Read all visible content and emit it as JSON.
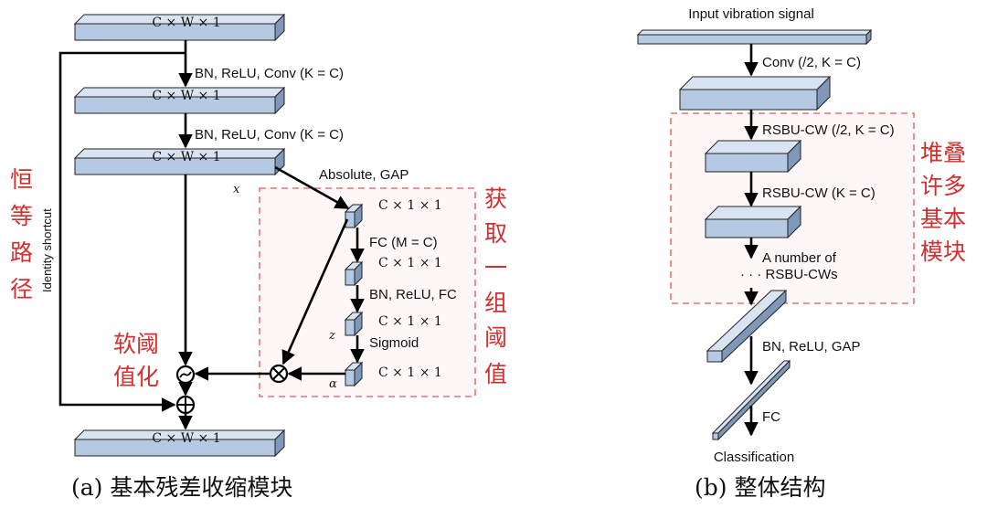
{
  "panel_a": {
    "block_top": "C × W × 1",
    "conv1": "BN, ReLU, Conv (K = C)",
    "block_mid": "C × W × 1",
    "conv2": "BN, ReLU, Conv (K = C)",
    "block_x": "C × W × 1",
    "var_x": "x",
    "absgap": "Absolute, GAP",
    "fc1_dim": "C × 1 × 1",
    "fc1": "FC (M = C)",
    "fc2_dim": "C × 1 × 1",
    "bnfc": "BN, ReLU, FC",
    "var_z": "z",
    "z_dim": "C × 1 × 1",
    "sigmoid": "Sigmoid",
    "var_alpha": "α",
    "alpha_dim": "C × 1 × 1",
    "identity": "Identity shortcut",
    "block_out": "C × W × 1",
    "red_left": [
      "恒",
      "等",
      "路",
      "径"
    ],
    "red_soft": [
      "软阈",
      "值化"
    ],
    "red_thresh": [
      "获",
      "取",
      "一",
      "组",
      "阈",
      "值"
    ],
    "caption": "(a) 基本残差收缩模块"
  },
  "panel_b": {
    "input": "Input vibration signal",
    "conv": "Conv (/2, K = C)",
    "rsbu1": "RSBU-CW (/2, K = C)",
    "rsbu2": "RSBU-CW (K = C)",
    "more1": "A number of",
    "more2": "· · · RSBU-CWs",
    "bngap": "BN, ReLU, GAP",
    "fc": "FC",
    "out": "Classification",
    "red_stack": [
      "堆叠",
      "许多",
      "基本",
      "模块"
    ],
    "caption": "(b) 整体结构"
  },
  "colors": {
    "slab": "#b6c9e3",
    "accent_red": "#d32f2f",
    "dashed_box": "#e57373"
  }
}
